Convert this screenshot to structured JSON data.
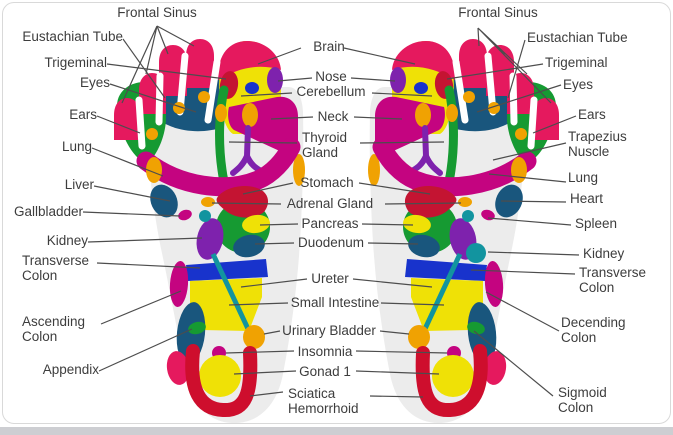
{
  "figure": {
    "type": "foot-reflexology-chart",
    "feet": [
      "left",
      "right"
    ]
  },
  "labels": {
    "left_foot": {
      "frontal_sinus": "Frontal Sinus",
      "eustachian_tube": "Eustachian Tube",
      "trigeminal": "Trigeminal",
      "eyes": "Eyes",
      "ears": "Ears",
      "lung": "Lung",
      "liver": "Liver",
      "gallbladder": "Gallbladder",
      "kidney": "Kidney",
      "transverse_colon": "Transverse Colon",
      "ascending_colon": "Ascending Colon",
      "appendix": "Appendix"
    },
    "center": {
      "brain": "Brain",
      "nose": "Nose",
      "cerebellum": "Cerebellum",
      "neck": "Neck",
      "thyroid_gland": "Thyroid Gland",
      "stomach": "Stomach",
      "adrenal_gland": "Adrenal Gland",
      "pancreas": "Pancreas",
      "duodenum": "Duodenum",
      "ureter": "Ureter",
      "small_intestine": "Small Intestine",
      "urinary_bladder": "Urinary Bladder",
      "insomnia": "Insomnia",
      "gonad_1": "Gonad 1",
      "sciatica_hemorrhoid": "Sciatica Hemorrhoid"
    },
    "right_foot": {
      "frontal_sinus": "Frontal Sinus",
      "eustachian_tube": "Eustachian Tube",
      "trigeminal": "Trigeminal",
      "eyes": "Eyes",
      "ears": "Ears",
      "trapezius_nuscle": "Trapezius Nuscle",
      "lung": "Lung",
      "heart": "Heart",
      "spleen": "Spleen",
      "kidney": "Kidney",
      "transverse_colon": "Transverse Colon",
      "decending_colon": "Decending Colon",
      "sigmoid_colon": "Sigmoid Colon"
    }
  },
  "colors": {
    "pink": "#E5195E",
    "yellow": "#EFE106",
    "navy_blue": "#19567D",
    "royal_blue": "#1833CC",
    "green": "#169A32",
    "orange": "#F0A202",
    "magenta": "#C40480",
    "crimson": "#C41432",
    "purple": "#7E22AD",
    "teal": "#12949F",
    "red": "#CE0E2D",
    "foot_gray": "#ECECEC",
    "label_text": "#3D3D3D",
    "leader_line": "#4D4D4D",
    "card_border": "#D9D9D9",
    "bottom_strip": "#CDCED2"
  }
}
